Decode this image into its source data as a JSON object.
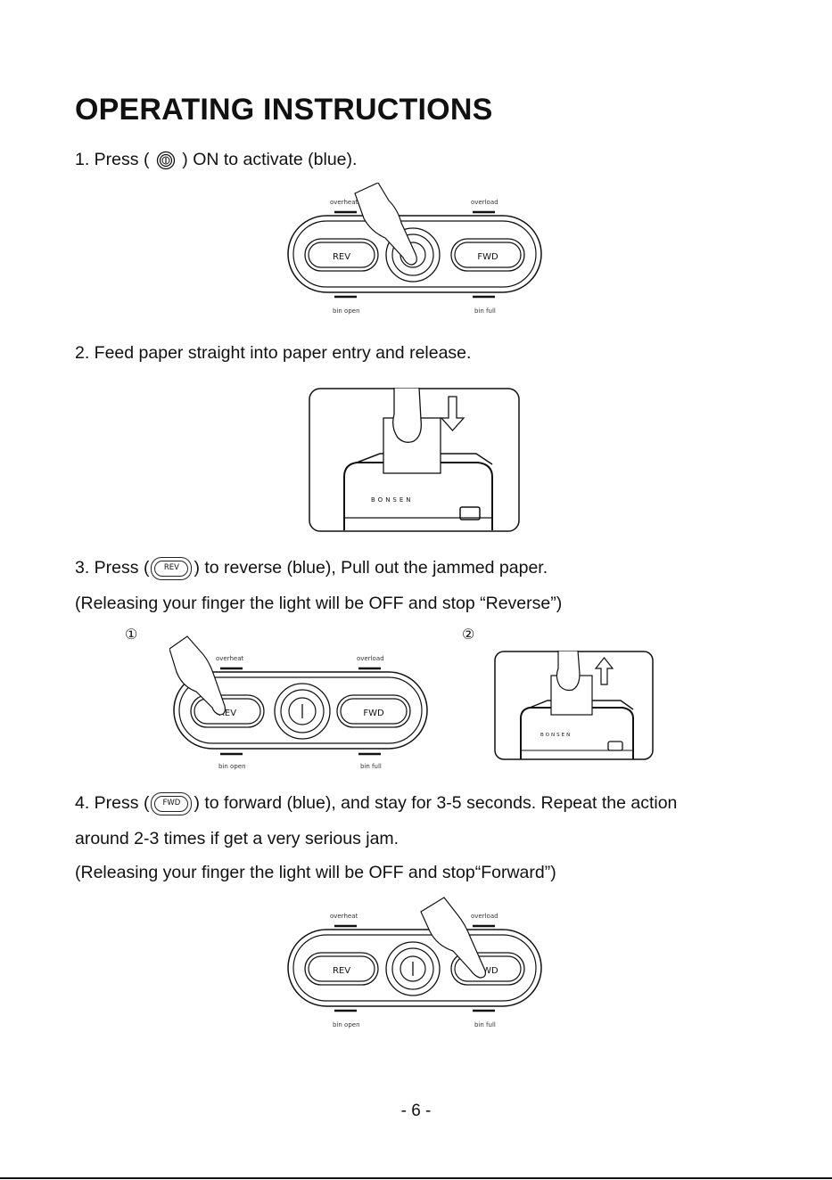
{
  "title": "OPERATING INSTRUCTIONS",
  "step1": {
    "before": "1. Press (",
    "after": ") ON to activate (blue)."
  },
  "step2": {
    "text": "2. Feed paper straight into paper entry and release."
  },
  "step3": {
    "before": "3. Press  (",
    "button": "REV",
    "after": ") to reverse (blue),  Pull out the jammed paper.",
    "note": "(Releasing your finger the light will be OFF and stop “Reverse”)",
    "marker1": "①",
    "marker2": "②"
  },
  "step4": {
    "before": "4. Press  (",
    "button": "FWD",
    "after": ") to forward (blue), and stay for 3-5 seconds. Repeat the action",
    "line2": "around 2-3 times if get a very serious jam.",
    "note": "(Releasing your finger the light will be OFF and stop“Forward”)"
  },
  "panel": {
    "overheat": "overheat",
    "overload": "overload",
    "bin_open": "bin open",
    "bin_full": "bin full",
    "rev": "REV",
    "fwd": "FWD"
  },
  "brand": "BONSEN",
  "page_number": "- 6 -"
}
